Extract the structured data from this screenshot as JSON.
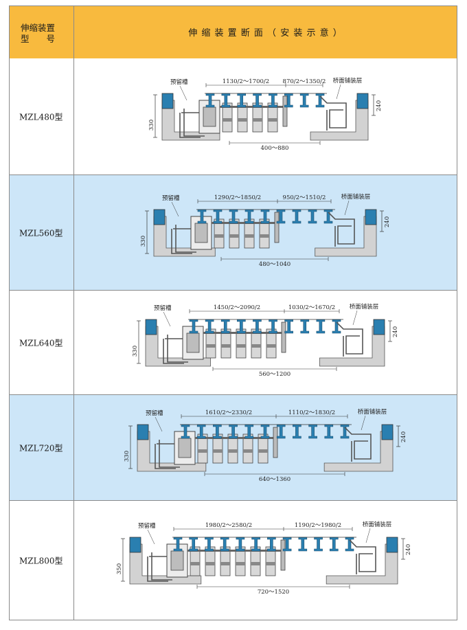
{
  "header": {
    "col1_line1": "伸缩装置",
    "col1_line2": "型　　号",
    "col2": "伸 缩 装 置 断 面 （ 安 装 示 意 ）"
  },
  "colors": {
    "header_bg": "#f8ba3e",
    "alt_row_bg": "#cde6f8",
    "steel_blue": "#2a7fb0",
    "concrete": "#d2d2d2"
  },
  "rows": [
    {
      "model": "MZL480型",
      "groove": "预留槽",
      "left_dim": "1130/2～1700/2",
      "right_dim": "870/2～1350/2",
      "pavement": "桥面铺装层",
      "height": "330",
      "right_h": "240",
      "bottom_dim": "400～880",
      "bars": 4,
      "beams": 8
    },
    {
      "model": "MZL560型",
      "groove": "预留槽",
      "left_dim": "1290/2～1850/2",
      "right_dim": "950/2～1510/2",
      "pavement": "桥面铺装层",
      "height": "330",
      "right_h": "240",
      "bottom_dim": "480～1040",
      "bars": 4,
      "beams": 9
    },
    {
      "model": "MZL640型",
      "groove": "预留槽",
      "left_dim": "1450/2～2090/2",
      "right_dim": "1030/2～1670/2",
      "pavement": "桥面铺装层",
      "height": "330",
      "right_h": "240",
      "bottom_dim": "560～1200",
      "bars": 5,
      "beams": 10
    },
    {
      "model": "MZL720型",
      "groove": "预留槽",
      "left_dim": "1610/2～2330/2",
      "right_dim": "1110/2～1830/2",
      "pavement": "桥面铺装层",
      "height": "330",
      "right_h": "240",
      "bottom_dim": "640～1360",
      "bars": 5,
      "beams": 11
    },
    {
      "model": "MZL800型",
      "groove": "预留槽",
      "left_dim": "1980/2～2580/2",
      "right_dim": "1190/2～1980/2",
      "pavement": "桥面铺装层",
      "height": "350",
      "right_h": "240",
      "bottom_dim": "720～1520",
      "bars": 6,
      "beams": 12
    }
  ]
}
